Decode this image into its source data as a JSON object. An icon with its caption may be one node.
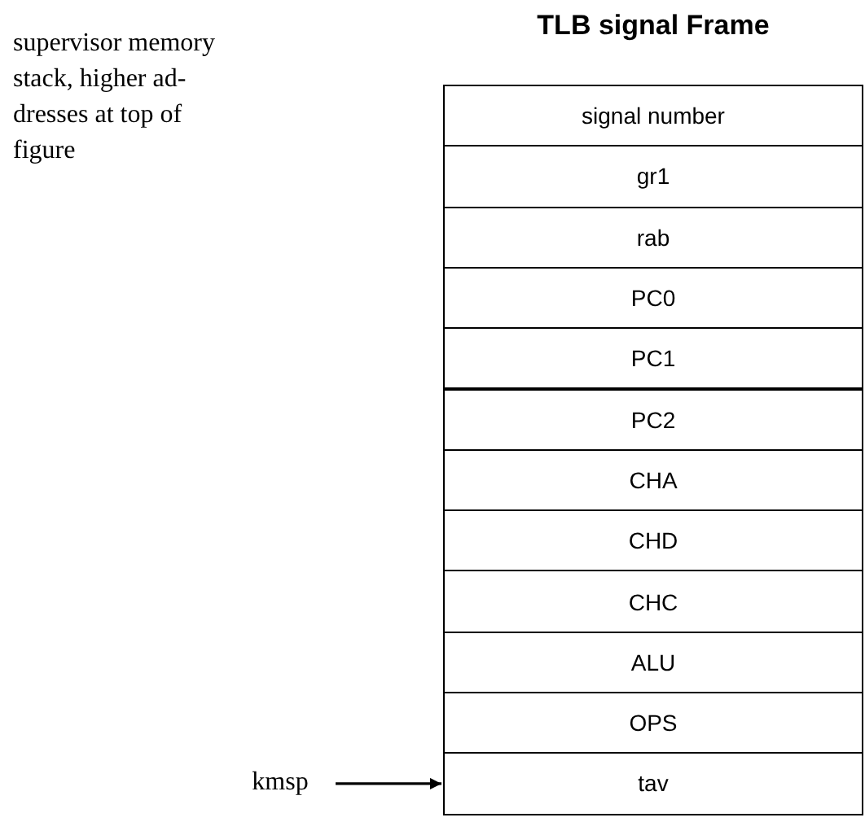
{
  "diagram": {
    "title": "TLB signal Frame",
    "nodes": [
      {
        "text": [
          "signal number"
        ]
      },
      {
        "text": [
          "gr1"
        ]
      },
      {
        "text": [
          "rab"
        ]
      },
      {
        "text": [
          "PC0"
        ]
      },
      {
        "text": [
          "PC1"
        ]
      },
      {
        "text": [
          "PC2"
        ]
      },
      {
        "text": [
          "CHA"
        ]
      },
      {
        "text": [
          "CHD"
        ]
      },
      {
        "text": [
          "CHC"
        ]
      },
      {
        "text": [
          "ALU"
        ]
      },
      {
        "text": [
          "OPS"
        ]
      },
      {
        "text": [
          "tav"
        ]
      },
      {
        "text": [
          "kmsp"
        ]
      }
    ],
    "edges": [
      {
        "from": 12,
        "to": 11,
        "arrow": "to"
      }
    ],
    "labels": [
      "supervisor memory stack, higher ad- dresses at top of figure"
    ]
  }
}
